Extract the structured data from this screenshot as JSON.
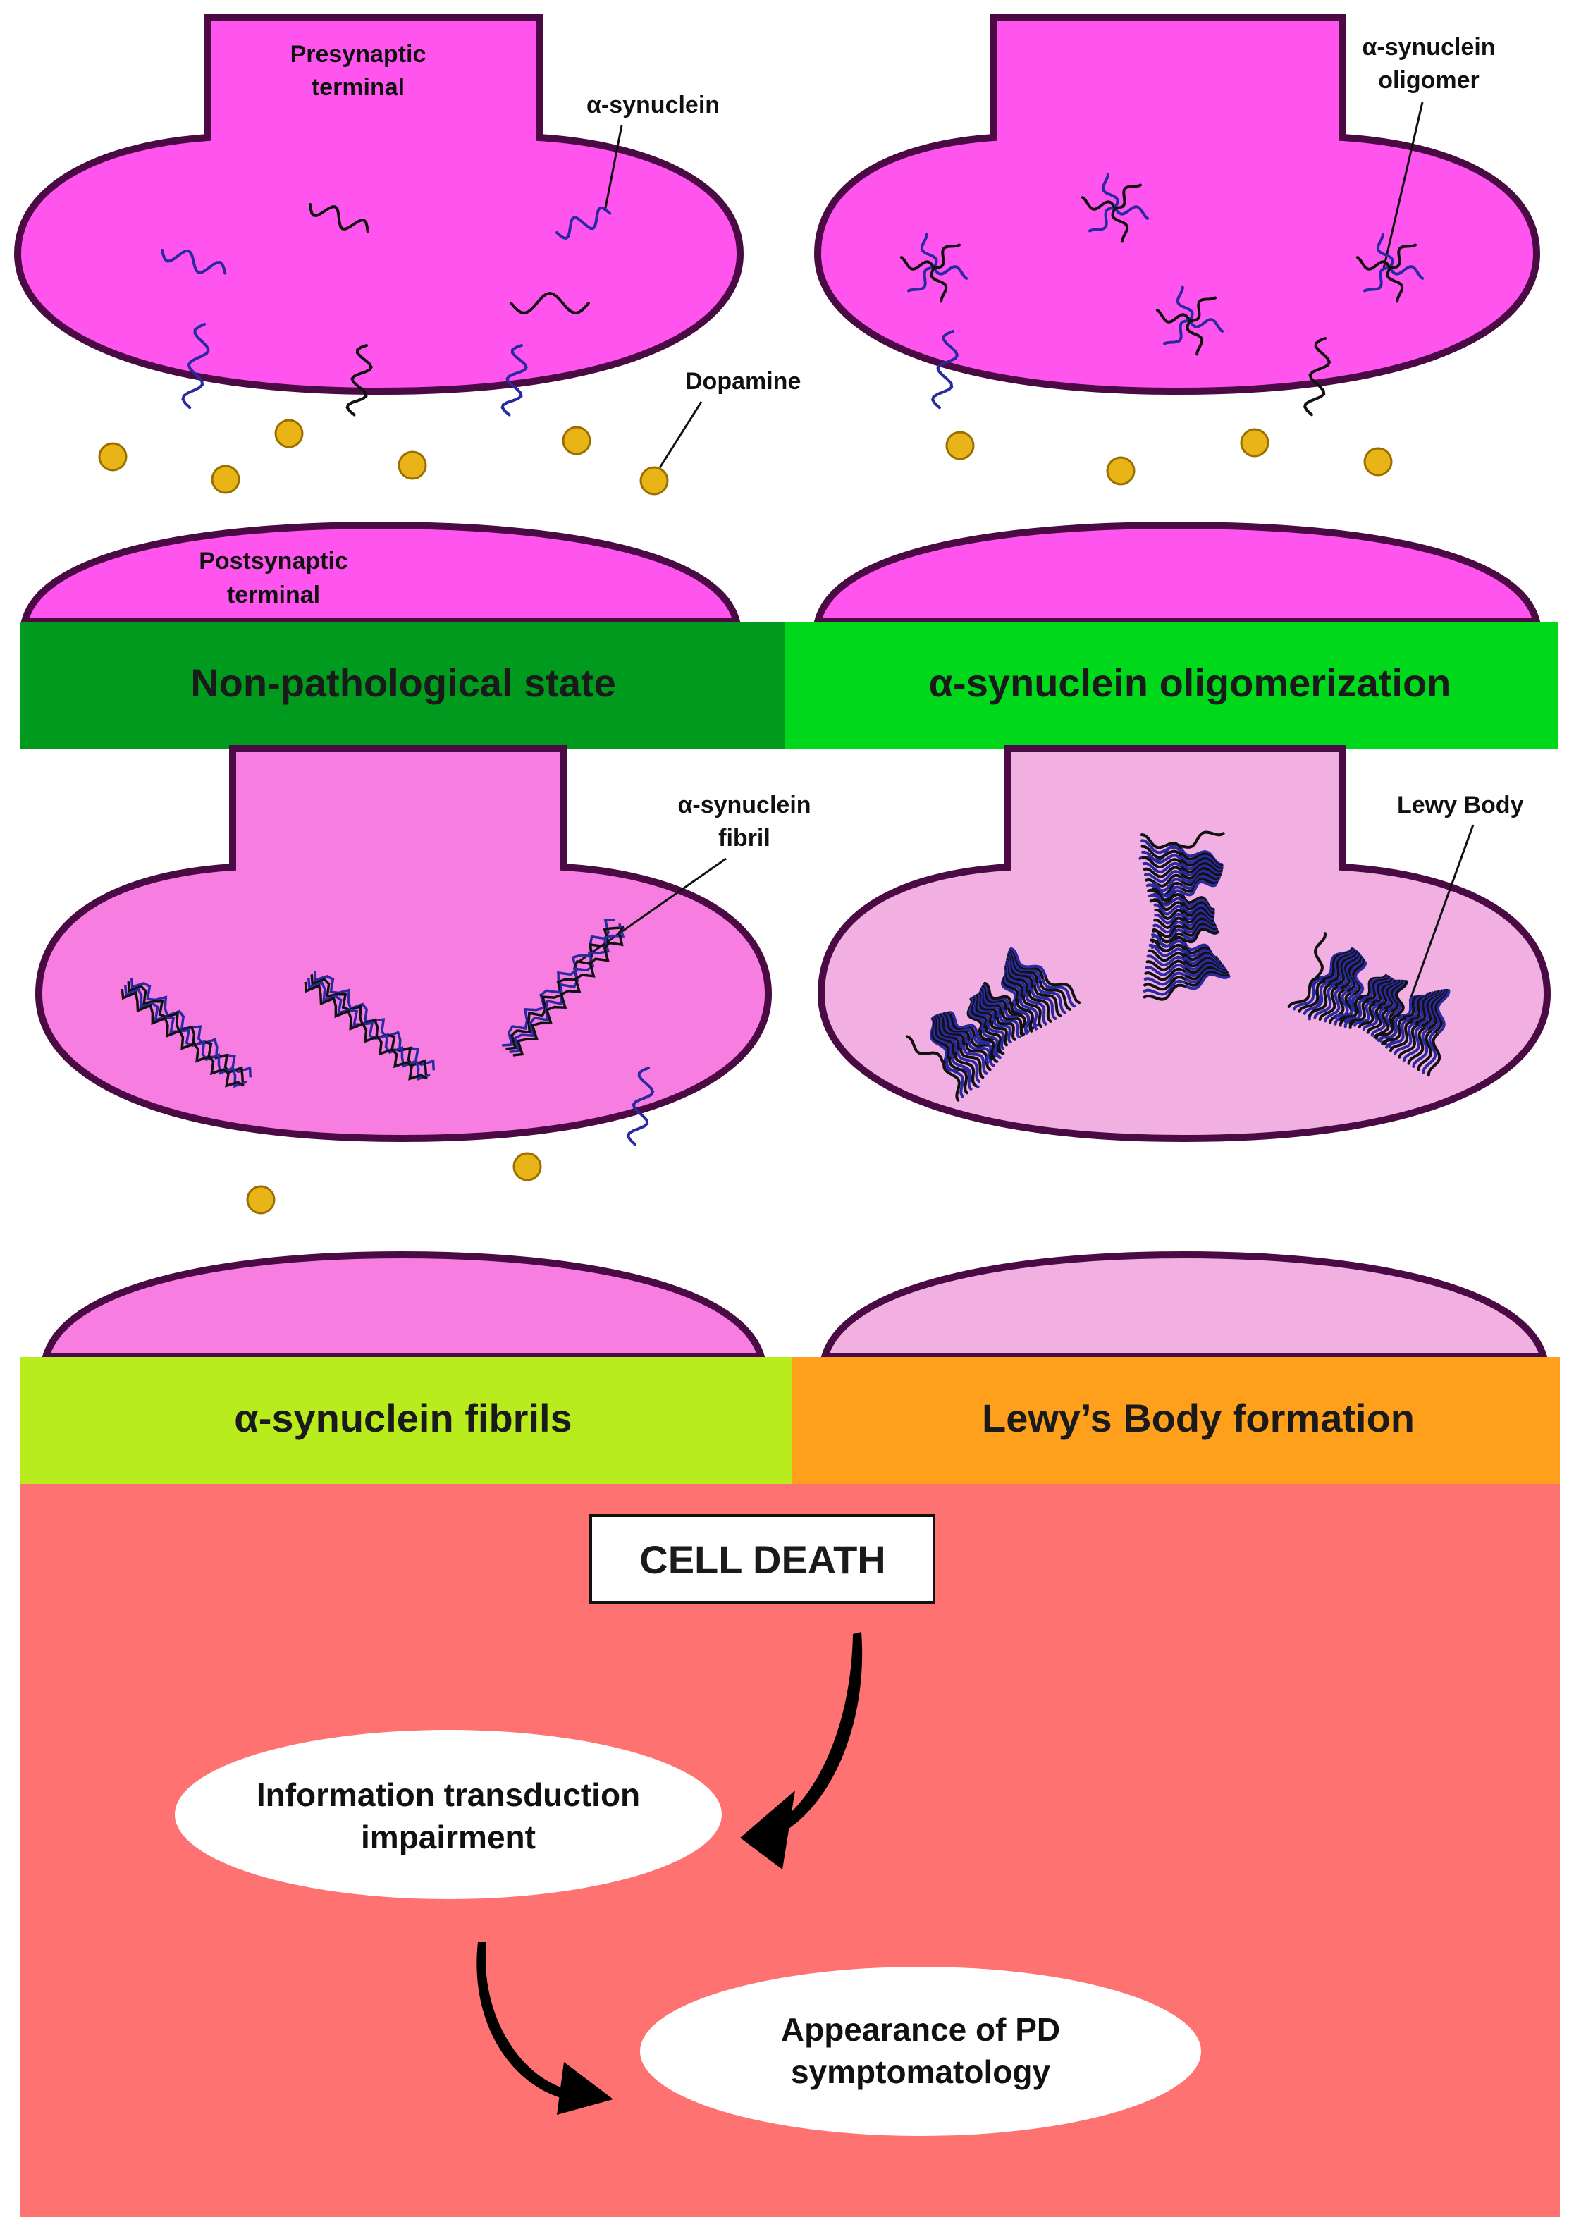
{
  "panels": {
    "non_pathological": {
      "title": "Non-pathological state",
      "label_presynaptic": [
        "Presynaptic",
        "terminal"
      ],
      "label_postsynaptic": [
        "Postsynaptic",
        "terminal"
      ],
      "label_synuclein": "α-synuclein",
      "label_dopamine": "Dopamine",
      "band_color": "#009a1e",
      "terminal_color": "#ff55ee"
    },
    "oligomerization": {
      "title": "α-synuclein oligomerization",
      "label_oligomer": [
        "α-synuclein",
        "oligomer"
      ],
      "band_color": "#00d81c",
      "terminal_color": "#ff55ee"
    },
    "fibrils": {
      "title": "α-synuclein fibrils",
      "label_fibril": [
        "α-synuclein",
        "fibril"
      ],
      "band_color": "#b8ec1c",
      "terminal_color": "#f77ee0"
    },
    "lewy": {
      "title": "Lewy’s Body formation",
      "label_lewy": "Lewy Body",
      "band_color": "#ffa01c",
      "terminal_color": "#f2b0e2"
    }
  },
  "outcome": {
    "cell_death": "CELL DEATH",
    "impairment": [
      "Information transduction",
      "impairment"
    ],
    "symptoms": [
      "Appearance of PD",
      "symptomatology"
    ],
    "background_color": "#ff7272"
  }
}
